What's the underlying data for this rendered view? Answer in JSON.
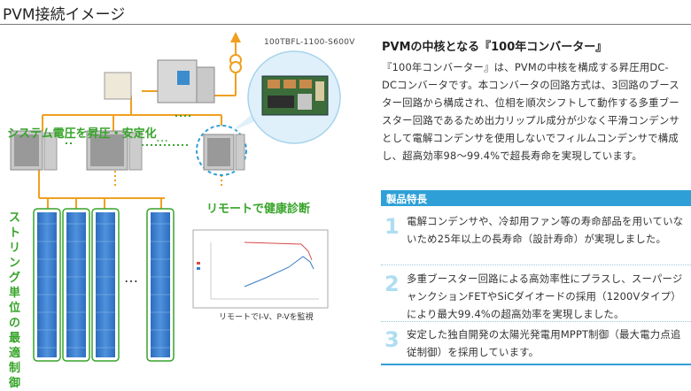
{
  "page": {
    "title": "PVM接続イメージ"
  },
  "diagram": {
    "model_label": "100TBFL-1100-S600V",
    "boost_label": "システム電圧を昇圧・安定化",
    "remote_label": "リモートで健康診断",
    "vertical_label": "ストリング単位の最適制御",
    "graph_caption": "リモートでI-V、P-Vを監視",
    "ellipsis": "…"
  },
  "content": {
    "heading": "PVMの中核となる『100年コンバーター』",
    "paragraph": "『100年コンバーター』は、PVMの中核を構成する昇圧用DC-DCコンバータです。本コンバータの回路方式は、3回路のブースター回路から構成され、位相を順次シフトして動作する多重ブースター回路であるため出力リップル成分が少なく平滑コンデンサとして電解コンデンサを使用しないでフィルムコンデンサで構成し、超高効率98〜99.4%で超長寿命を実現しています。",
    "features_title": "製品特長",
    "features": [
      {
        "num": "1",
        "text": "電解コンデンサや、冷却用ファン等の寿命部品を用いていないため25年以上の長寿命（設計寿命）が実現しました。"
      },
      {
        "num": "2",
        "text": "多重ブースター回路による高効率性にプラスし、スーパージャンクションFETやSiCダイオードの採用（1200Vタイプ）により最大99.4%の超高効率を実現しました。"
      },
      {
        "num": "3",
        "text": "安定した独自開発の太陽光発電用MPPT制御（最大電力点追従制御）を採用しています。"
      }
    ]
  },
  "colors": {
    "accent_blue": "#2fa0d7",
    "light_blue": "#aeddf2",
    "green": "#37a42a",
    "orange": "#f0a020",
    "panel_blue": "#3a7cc8"
  }
}
